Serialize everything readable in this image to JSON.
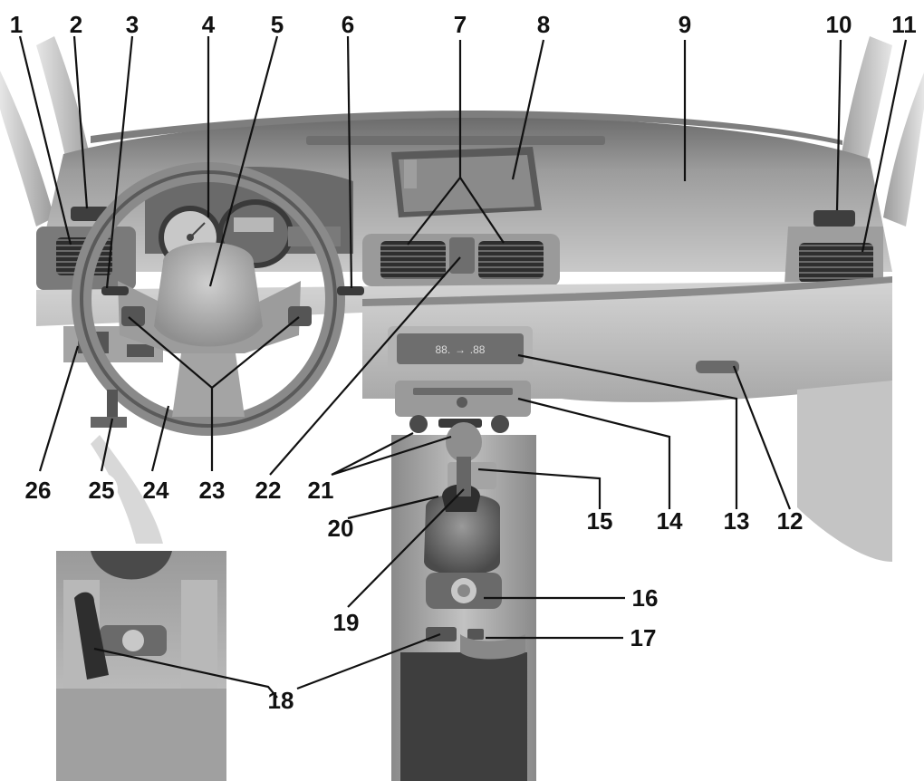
{
  "image": {
    "description_free": true
  },
  "colors": {
    "panel_dark": "#5a5a5a",
    "panel_mid": "#8a8a8a",
    "panel_light": "#bdbdbd",
    "panel_lighter": "#d6d6d6",
    "vent": "#3a3a3a",
    "label": "#111111",
    "leader": "#111111"
  },
  "callouts": [
    {
      "id": "c1",
      "label": "1"
    },
    {
      "id": "c2",
      "label": "2"
    },
    {
      "id": "c3",
      "label": "3"
    },
    {
      "id": "c4",
      "label": "4"
    },
    {
      "id": "c5",
      "label": "5"
    },
    {
      "id": "c6",
      "label": "6"
    },
    {
      "id": "c7",
      "label": "7"
    },
    {
      "id": "c8",
      "label": "8"
    },
    {
      "id": "c9",
      "label": "9"
    },
    {
      "id": "c10",
      "label": "10"
    },
    {
      "id": "c11",
      "label": "11"
    },
    {
      "id": "c12",
      "label": "12"
    },
    {
      "id": "c13",
      "label": "13"
    },
    {
      "id": "c14",
      "label": "14"
    },
    {
      "id": "c15",
      "label": "15"
    },
    {
      "id": "c16",
      "label": "16"
    },
    {
      "id": "c17",
      "label": "17"
    },
    {
      "id": "c18",
      "label": "18"
    },
    {
      "id": "c19",
      "label": "19"
    },
    {
      "id": "c20",
      "label": "20"
    },
    {
      "id": "c21",
      "label": "21"
    },
    {
      "id": "c22",
      "label": "22"
    },
    {
      "id": "c23",
      "label": "23"
    },
    {
      "id": "c24",
      "label": "24"
    },
    {
      "id": "c25",
      "label": "25"
    },
    {
      "id": "c26",
      "label": "26"
    }
  ],
  "display": {
    "climate_readout": "88.  →  .88"
  }
}
